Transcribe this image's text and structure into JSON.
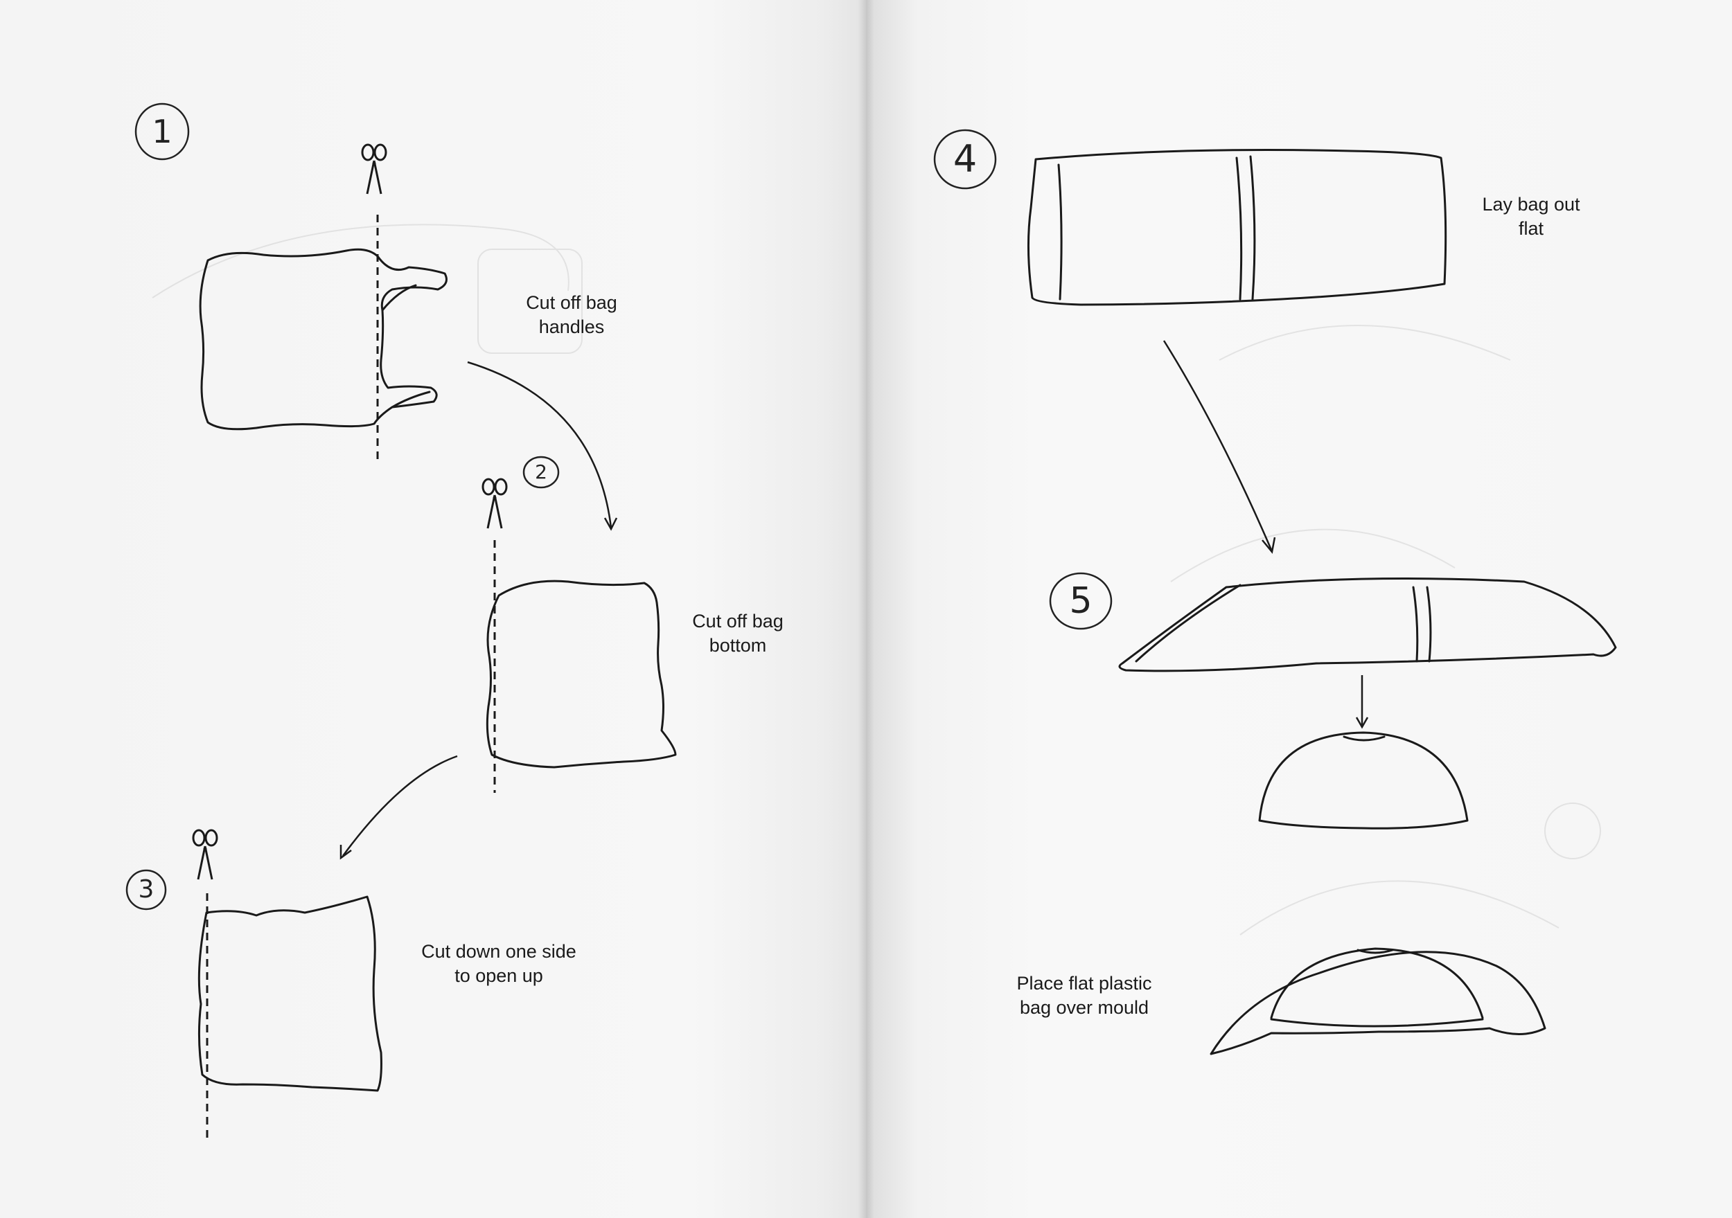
{
  "steps": [
    {
      "number": "1",
      "caption": "Cut off bag\nhandles"
    },
    {
      "number": "2",
      "caption": "Cut off bag\nbottom"
    },
    {
      "number": "3",
      "caption": "Cut down one side\nto open up"
    },
    {
      "number": "4",
      "caption": "Lay bag out\nflat"
    },
    {
      "number": "5",
      "caption": "Place flat plastic\nbag over mould"
    }
  ],
  "colors": {
    "ink": "#1a1a1a",
    "paper": "#f6f6f6"
  },
  "icons": [
    "scissors-icon",
    "circled-number-icon",
    "arrow-icon"
  ]
}
